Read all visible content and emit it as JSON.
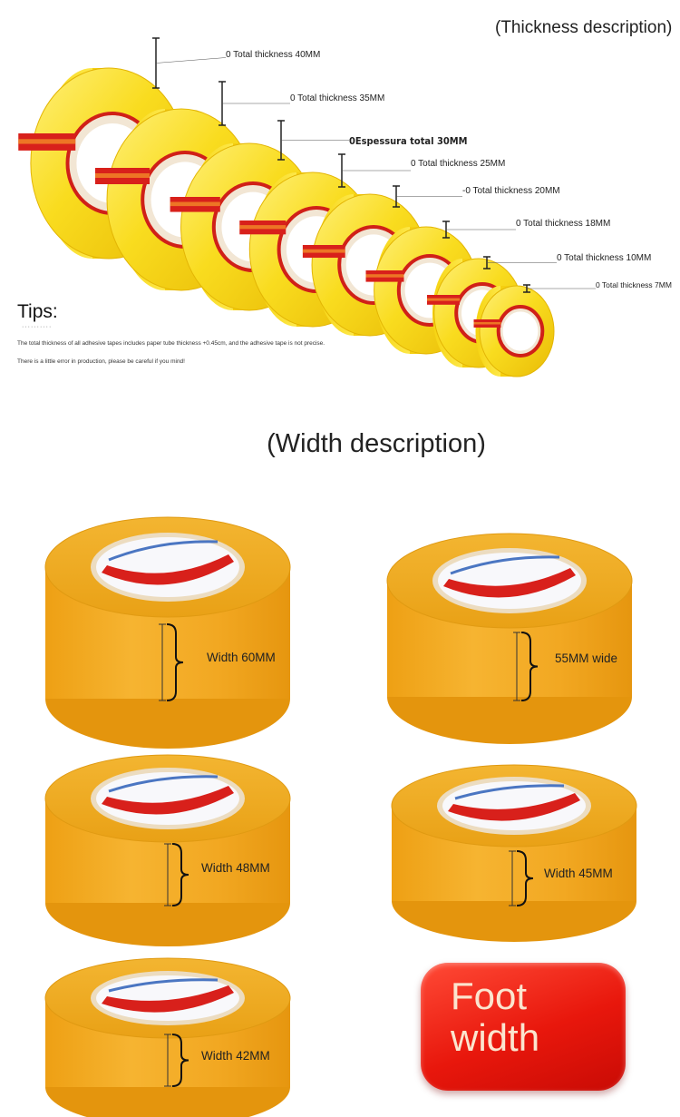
{
  "thickness_section": {
    "title": "(Thickness description)",
    "labels": [
      "0 Total thickness 40MM",
      "0 Total thickness 35MM",
      "0Espessura total 30MM",
      "0 Total thickness 25MM",
      "-0 Total thickness 20MM",
      "0 Total thickness 18MM",
      "0 Total thickness 10MM",
      "0 Total thickness 7MM"
    ],
    "tips_title": "Tips:",
    "tips_dots": "··········",
    "note_1": "The total thickness of all adhesive tapes includes paper tube thickness +0.45cm, and the adhesive tape is not precise.",
    "note_2": "There is a little error in production, please be careful if you mind!"
  },
  "width_section": {
    "title": "(Width description)",
    "labels": [
      "Width 60MM",
      "55MM wide",
      "Width 48MM",
      "Width 45MM",
      "Width 42MM"
    ],
    "badge_line1": "Foot",
    "badge_line2": "width"
  },
  "colors": {
    "tape_yellow": "#f7d51a",
    "tape_amber": "#f0a81a",
    "core_red": "#d8201b",
    "badge_red": "#e8170c",
    "badge_text": "#fbe5cf"
  }
}
